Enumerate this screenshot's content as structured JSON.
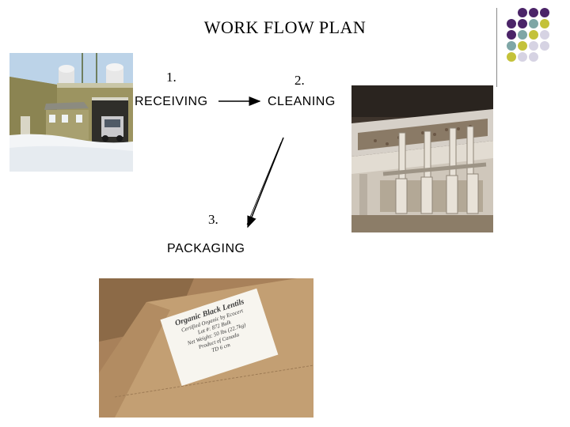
{
  "title": "WORK FLOW PLAN",
  "steps": [
    {
      "number": "1.",
      "label": "RECEIVING"
    },
    {
      "number": "2.",
      "label": "CLEANING"
    },
    {
      "number": "3.",
      "label": "PACKAGING"
    }
  ],
  "photo_lentil_label": {
    "lines": [
      "Organic Black Lentils",
      "Certified Organic by Ecocert",
      "Lot #: 872 Bulk",
      "Net Weight: 50 lbs (22.7kg)",
      "Product of Canada",
      "TD 6 cm"
    ]
  },
  "colors": {
    "purple": "#4b2468",
    "teal": "#7ea6a6",
    "olive": "#c4c23a",
    "lavender": "#d6d3e3"
  }
}
